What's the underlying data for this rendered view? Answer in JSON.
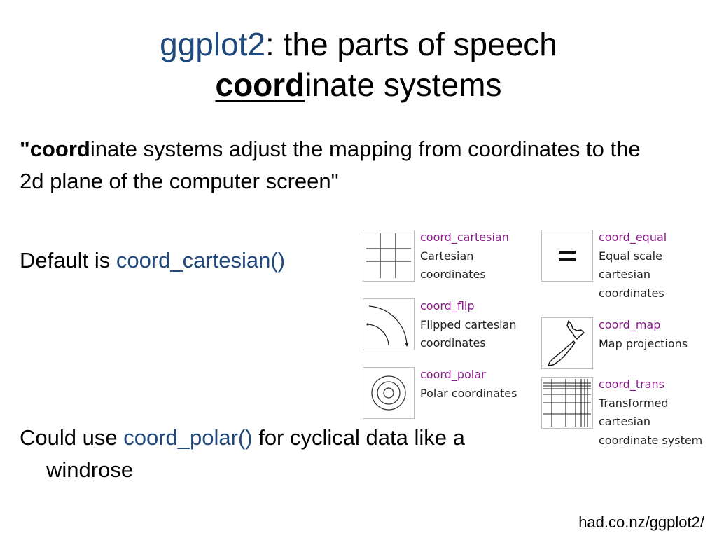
{
  "title": {
    "pkg": "ggplot2",
    "rest": ": the parts of speech",
    "line2_bold": "coord",
    "line2_rest": "inate systems"
  },
  "quote": {
    "open": "\"",
    "bold": "coord",
    "rest": "inate systems adjust the mapping from coordinates to the 2d plane of the computer screen\""
  },
  "default_line": {
    "prefix": "Default is ",
    "func": "coord_cartesian()"
  },
  "polar_line": {
    "prefix": "Could use ",
    "func": "coord_polar()",
    "suffix": " for cyclical data like a",
    "cont": "windrose"
  },
  "source": "had.co.nz/ggplot2/",
  "coords": [
    {
      "name": "coord_cartesian",
      "desc": [
        "Cartesian",
        "coordinates"
      ],
      "icon": "cartesian-grid-icon"
    },
    {
      "name": "coord_flip",
      "desc": [
        "Flipped cartesian",
        "coordinates"
      ],
      "icon": "flipped-arc-icon"
    },
    {
      "name": "coord_polar",
      "desc": [
        "Polar coordinates"
      ],
      "icon": "polar-circles-icon"
    },
    {
      "name": "coord_equal",
      "desc": [
        "Equal scale",
        "cartesian",
        "coordinates"
      ],
      "icon": "equal-sign-icon"
    },
    {
      "name": "coord_map",
      "desc": [
        "Map projections"
      ],
      "icon": "new-zealand-map-icon"
    },
    {
      "name": "coord_trans",
      "desc": [
        "Transformed",
        "cartesian",
        "coordinate system"
      ],
      "icon": "transformed-grid-icon"
    }
  ],
  "colors": {
    "accent": "#1f497d",
    "func_name": "#8b1a89"
  }
}
